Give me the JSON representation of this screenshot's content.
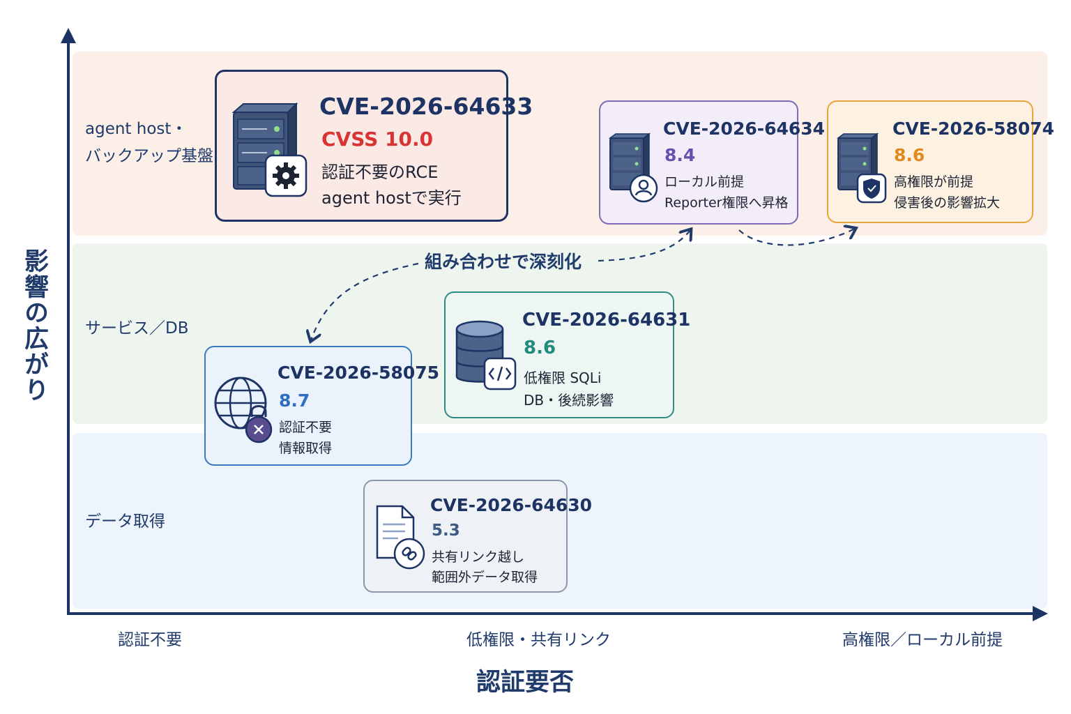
{
  "axes": {
    "y_title": "影響の広がり",
    "x_title": "認証要否",
    "rows": [
      "agent host・",
      "バックアップ基盤",
      "サービス／DB",
      "データ取得"
    ],
    "x_ticks": [
      "認証不要",
      "低権限・共有リンク",
      "高権限／ローカル前提"
    ]
  },
  "combo_label": "組み合わせで深刻化",
  "cards": [
    {
      "cve": "CVE-2026-64633",
      "score": "CVSS 10.0",
      "lines": [
        "認証不要のRCE",
        "agent hostで実行"
      ],
      "icon": "server-gear-icon",
      "score_color": "#d93434"
    },
    {
      "cve": "CVE-2026-64634",
      "score": "8.4",
      "lines": [
        "ローカル前提",
        "Reporter権限へ昇格"
      ],
      "icon": "server-user-icon",
      "score_color": "#6a4fae"
    },
    {
      "cve": "CVE-2026-58074",
      "score": "8.6",
      "lines": [
        "高権限が前提",
        "侵害後の影響拡大"
      ],
      "icon": "server-shield-icon",
      "score_color": "#e08a1e"
    },
    {
      "cve": "CVE-2026-64631",
      "score": "8.6",
      "lines": [
        "低権限 SQLi",
        "DB・後続影響"
      ],
      "icon": "database-code-icon",
      "score_color": "#1f8a7e"
    },
    {
      "cve": "CVE-2026-58075",
      "score": "8.7",
      "lines": [
        "認証不要",
        "情報取得"
      ],
      "icon": "globe-lock-icon",
      "score_color": "#2f6fbf"
    },
    {
      "cve": "CVE-2026-64630",
      "score": "5.3",
      "lines": [
        "共有リンク越し",
        "範囲外データ取得"
      ],
      "icon": "document-link-icon",
      "score_color": "#3d5a80"
    }
  ]
}
